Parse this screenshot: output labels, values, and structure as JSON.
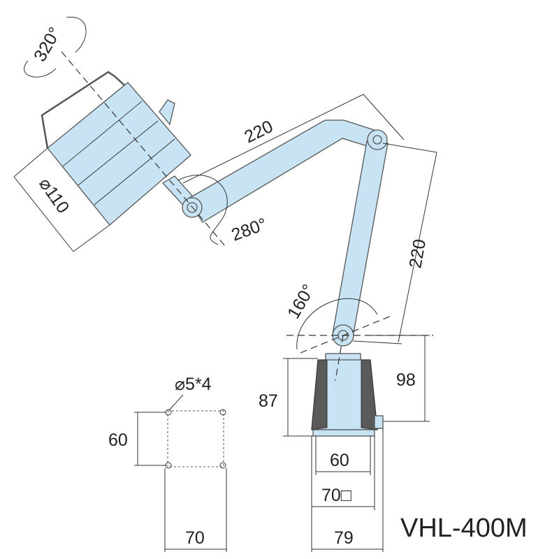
{
  "model": "VHL-400M",
  "colors": {
    "part_fill": "#c8e4f4",
    "base_side": "#5a5a5a",
    "line": "#333333"
  },
  "dimensions": {
    "head_rotation": "320°",
    "head_diameter": "⌀110",
    "upper_arm_length": "220",
    "head_joint_angle": "280°",
    "lower_arm_length": "220",
    "base_joint_angle": "160°",
    "joint_height": "98",
    "base_height": "87",
    "base_top_width": "60",
    "base_square": "70□",
    "base_total_width": "79"
  },
  "mounting": {
    "holes": "⌀5*4",
    "hole_spacing_vertical": "60",
    "hole_spacing_horizontal": "70"
  }
}
